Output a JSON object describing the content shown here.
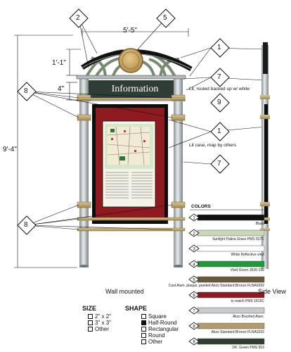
{
  "dimensions": {
    "width": "5'-5\"",
    "arch": "1'-1\"",
    "band": "4\"",
    "height": "9'-4\""
  },
  "sign_header_text": "Information",
  "callouts": {
    "c1": "1",
    "c2": "2",
    "c5": "5",
    "c7": "7",
    "c8": "8",
    "c9": "9"
  },
  "notes": {
    "routed": "Lit, routed backed up w/ white",
    "case": "Lit case, map by others"
  },
  "views": {
    "front": "Wall mounted",
    "side": "Side View"
  },
  "colors": {
    "title": "COLORS",
    "items": [
      {
        "num": "1",
        "label": "Black",
        "hex": "#111111"
      },
      {
        "num": "2",
        "label": "Sunlight Patina Grass PMS 557C",
        "hex": "#c9d8b8"
      },
      {
        "num": "3",
        "label": "White Reflective vinyl",
        "hex": "#ffffff"
      },
      {
        "num": "4",
        "label": "Vivid Green 3630-156",
        "hex": "#1e9a3a"
      },
      {
        "num": "5",
        "label": "Cast Alum. plaque, painted Akzo Standard Bronze FLNA9292",
        "hex": "#6b5a3a"
      },
      {
        "num": "6",
        "label": "to match PMS 1815C",
        "hex": "#8e1a1f"
      },
      {
        "num": "7",
        "label": "Akzo Brushed Alum.",
        "hex": "#c8cbcd"
      },
      {
        "num": "8",
        "label": "Akzo Standard Bronze FLNA9292",
        "hex": "#b39a6a"
      },
      {
        "num": "9",
        "label": "DK. Green PMS 553",
        "hex": "#2f3e30"
      }
    ]
  },
  "size": {
    "title": "SIZE",
    "options": [
      {
        "label": "2\" x 2\"",
        "checked": false
      },
      {
        "label": "3\" x 3\"",
        "checked": false
      },
      {
        "label": "Other",
        "checked": false
      }
    ]
  },
  "shape": {
    "title": "SHAPE",
    "options": [
      {
        "label": "Square",
        "checked": false
      },
      {
        "label": "Half-Round",
        "checked": true
      },
      {
        "label": "Rectangular",
        "checked": false
      },
      {
        "label": "Round",
        "checked": false
      },
      {
        "label": "Other",
        "checked": false
      }
    ]
  }
}
